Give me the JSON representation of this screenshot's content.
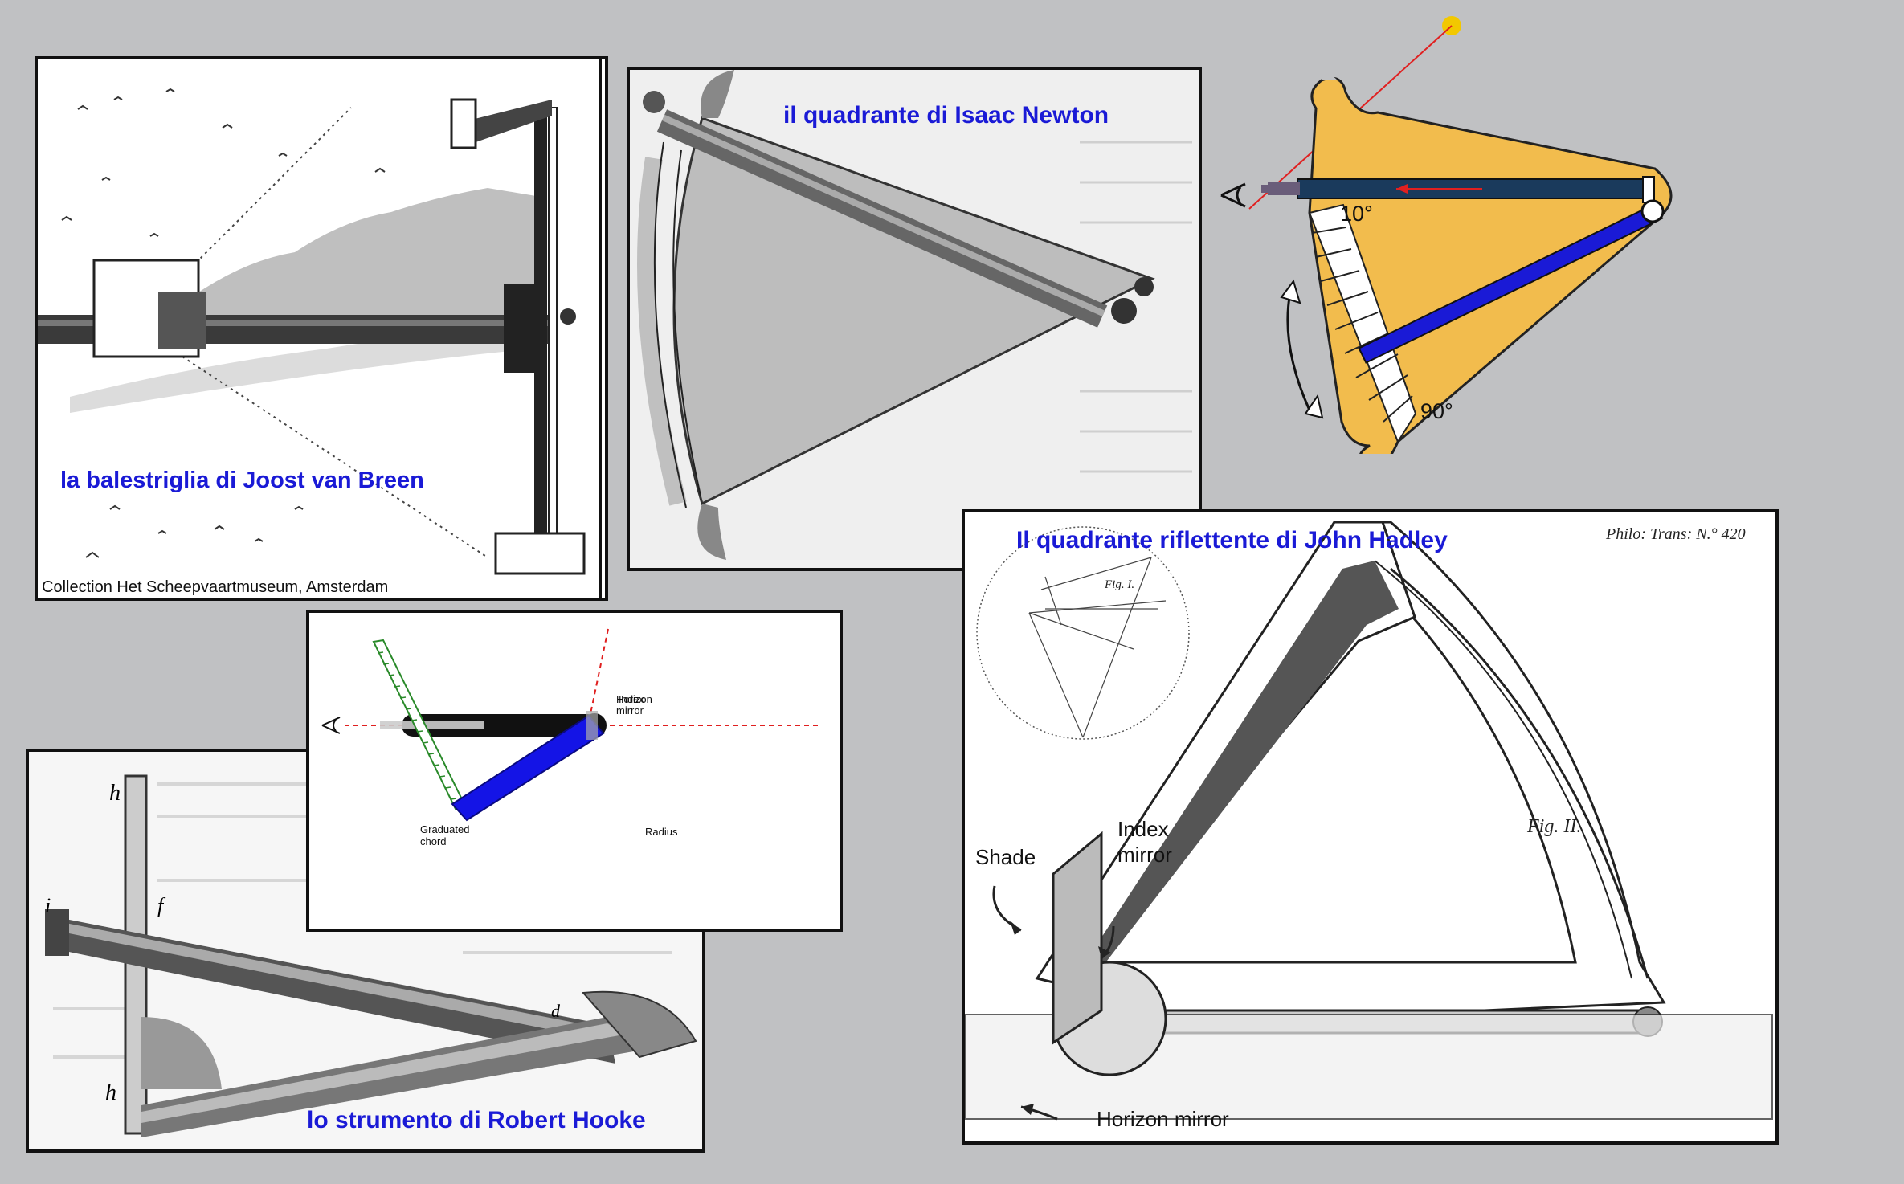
{
  "panels": {
    "van_breen": {
      "title": "la balestriglia di Joost van Breen",
      "credit": "Collection Het Scheepvaartmuseum, Amsterdam"
    },
    "newton": {
      "title": "il quadrante di Isaac Newton"
    },
    "hooke": {
      "title": "lo strumento di Robert Hooke"
    },
    "hadley": {
      "title": "Il quadrante riflettente di John Hadley",
      "reference": "Philo: Trans: N.° 420",
      "fig1": "Fig. I.",
      "fig2": "Fig. II.",
      "shade": "Shade",
      "index_mirror": "Index mirror",
      "horizon_mirror": "Horizon mirror"
    },
    "schematic": {
      "index": "Index",
      "horizon_mirror": "Horizon mirror",
      "graduated_chord": "Graduated chord",
      "radius": "Radius"
    },
    "octant": {
      "angle_top": "10°",
      "angle_bottom": "90°"
    }
  },
  "colors": {
    "background": "#c0c1c3",
    "caption_blue": "#1a1ad6",
    "octant_body": "#f2bc4d",
    "octant_bar": "#1a3a5c",
    "index_arm": "#1a1ad6",
    "sun": "#f2c800",
    "ray": "#e02020"
  }
}
